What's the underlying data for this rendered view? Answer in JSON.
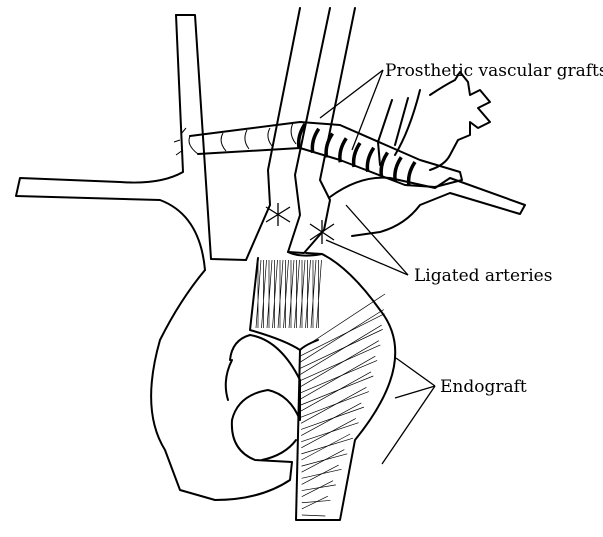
{
  "labels": {
    "prosthetic_grafts": "Prosthetic vascular grafts",
    "ligated_arteries": "Ligated arteries",
    "endograft": "Endograft"
  },
  "colors": {
    "stroke": "#000000",
    "background": "#ffffff"
  }
}
